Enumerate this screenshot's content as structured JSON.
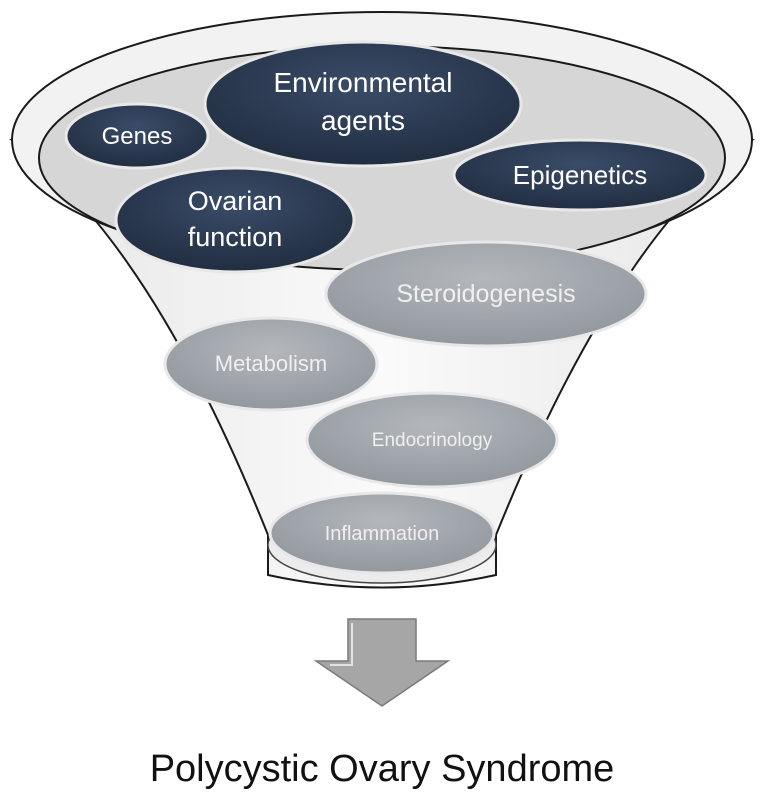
{
  "diagram": {
    "top_factors": [
      {
        "id": "genes",
        "lines": [
          "Genes"
        ]
      },
      {
        "id": "environmental",
        "lines": [
          "Environmental",
          "agents"
        ]
      },
      {
        "id": "epigenetics",
        "lines": [
          "Epigenetics"
        ]
      },
      {
        "id": "ovarian",
        "lines": [
          "Ovarian",
          "function"
        ]
      }
    ],
    "lower_factors": [
      {
        "id": "steroidogenesis",
        "label": "Steroidogenesis"
      },
      {
        "id": "metabolism",
        "label": "Metabolism"
      },
      {
        "id": "endocrinology",
        "label": "Endocrinology"
      },
      {
        "id": "inflammation",
        "label": "Inflammation"
      }
    ],
    "outcome": "Polycystic Ovary Syndrome"
  },
  "colors": {
    "dark_node": "#2b3a52",
    "light_node": "#a3a8ae",
    "funnel_fill": "#f4f4f4",
    "rim_fill": "#d9d9d9",
    "arrow_fill": "#a6a6a6"
  }
}
